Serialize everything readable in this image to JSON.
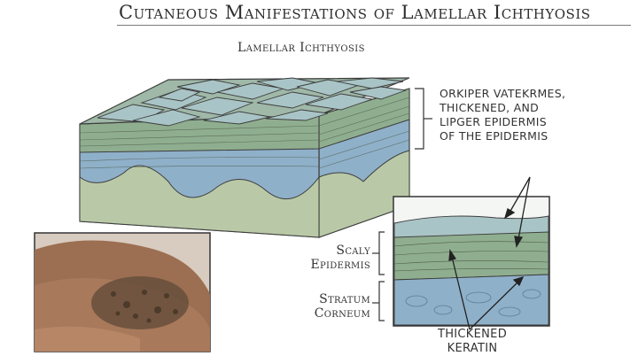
{
  "title": "Cutaneous Manifestations of Lamellar Ichthyosis",
  "subtitle": "Lamellar Ichthyosis",
  "annotations": {
    "top_right": [
      "ORKIPER VATEKRMES,",
      "THICKENED, AND",
      "LIPGER EPIDERMIS",
      "OF THE EPIDERMIS"
    ],
    "scaly_epidermis": [
      "Scaly",
      "Epidermis"
    ],
    "stratum_corneum": [
      "Stratum",
      "Corneum"
    ],
    "thickened_keratin": [
      "THICKENED",
      "KERATIN"
    ]
  },
  "colors": {
    "scale_plate": "#a9c4c6",
    "thick_layer": "#8fae8f",
    "blue_layer": "#8fb0c9",
    "dermis": "#b9c9a7",
    "skin": "#a47a5c",
    "outline": "#3d3d3d"
  }
}
